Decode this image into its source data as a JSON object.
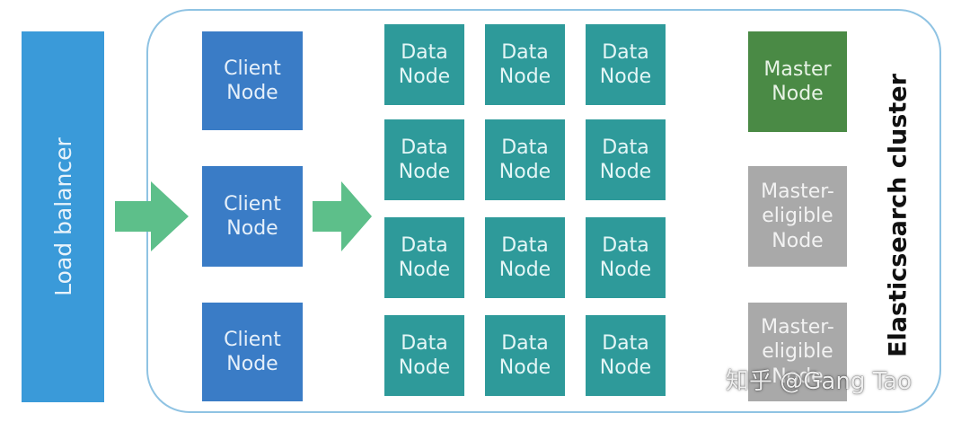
{
  "load_balancer": {
    "label": "Load balancer"
  },
  "cluster": {
    "label": "Elasticsearch cluster"
  },
  "client_nodes": [
    {
      "label": "Client\nNode"
    },
    {
      "label": "Client\nNode"
    },
    {
      "label": "Client\nNode"
    }
  ],
  "data_nodes": [
    {
      "label": "Data\nNode"
    },
    {
      "label": "Data\nNode"
    },
    {
      "label": "Data\nNode"
    },
    {
      "label": "Data\nNode"
    },
    {
      "label": "Data\nNode"
    },
    {
      "label": "Data\nNode"
    },
    {
      "label": "Data\nNode"
    },
    {
      "label": "Data\nNode"
    },
    {
      "label": "Data\nNode"
    },
    {
      "label": "Data\nNode"
    },
    {
      "label": "Data\nNode"
    },
    {
      "label": "Data\nNode"
    }
  ],
  "master_node": {
    "label": "Master\nNode"
  },
  "master_eligible_nodes": [
    {
      "label": "Master-\neligible\nNode"
    },
    {
      "label": "Master-\neligible\nNode"
    }
  ],
  "watermark": "知乎 @Gang Tao",
  "colors": {
    "load_balancer": "#3a9ad9",
    "client_node": "#3a7cc6",
    "data_node": "#2e9a9a",
    "master_node": "#4a8a45",
    "master_eligible_node": "#a9a9a9",
    "arrow": "#5dbf8a",
    "cluster_border": "#8fc3e3"
  }
}
